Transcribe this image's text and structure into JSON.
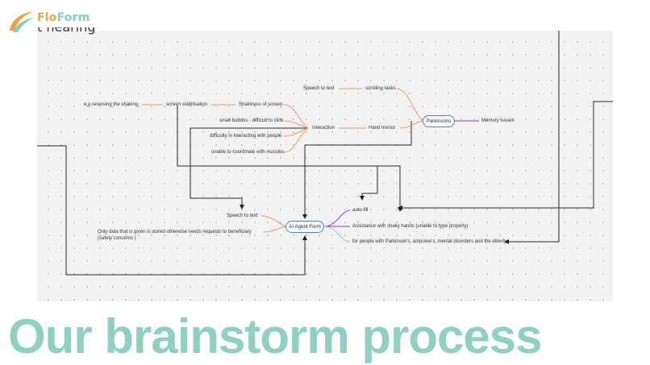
{
  "logo": {
    "prefix": "Flo",
    "suffix": "Form"
  },
  "canvas": {
    "title_fragment": "t hearing"
  },
  "hubs": {
    "parkinsons": "Parkinsons",
    "ai_agent": "AI Agent Form"
  },
  "nodes": {
    "speech_to_text_top": "Speech to text",
    "scrolling_tasks": "scrolling tasks",
    "eg_reversing": "e.g reversing the shaking",
    "screen_stabilisation": "screen stabilisation",
    "shakiness": "Shakiness of screen",
    "small_buttons": "small buttons - difficult to click",
    "interaction": "Interaction",
    "hand_tremor": "Hand tremor",
    "memory_issues": "Memory issues",
    "difficulty": "difficulty in interacting with people",
    "unable_coordinate": "unable to coordinate with muscles",
    "speech_to_text_bottom": "Speech to text",
    "only_data": "Only data that is given is stored otherwise sends requests to beneficiary (safety concerns )",
    "auto_fill": "auto-fill",
    "assistance": "Assistance with shaky hands (unable to type properly)",
    "for_people": "for people with Parkinson's, amputee's, mental disorders and the elderly"
  },
  "headline": "Our brainstorm process",
  "colors": {
    "orange": "#ef9a5a",
    "purple": "#8a3fc4",
    "teal": "#7fd6cf",
    "blue": "#5b7fb8",
    "headline": "#8fd0c2",
    "canvas": "#f2f2f2"
  }
}
